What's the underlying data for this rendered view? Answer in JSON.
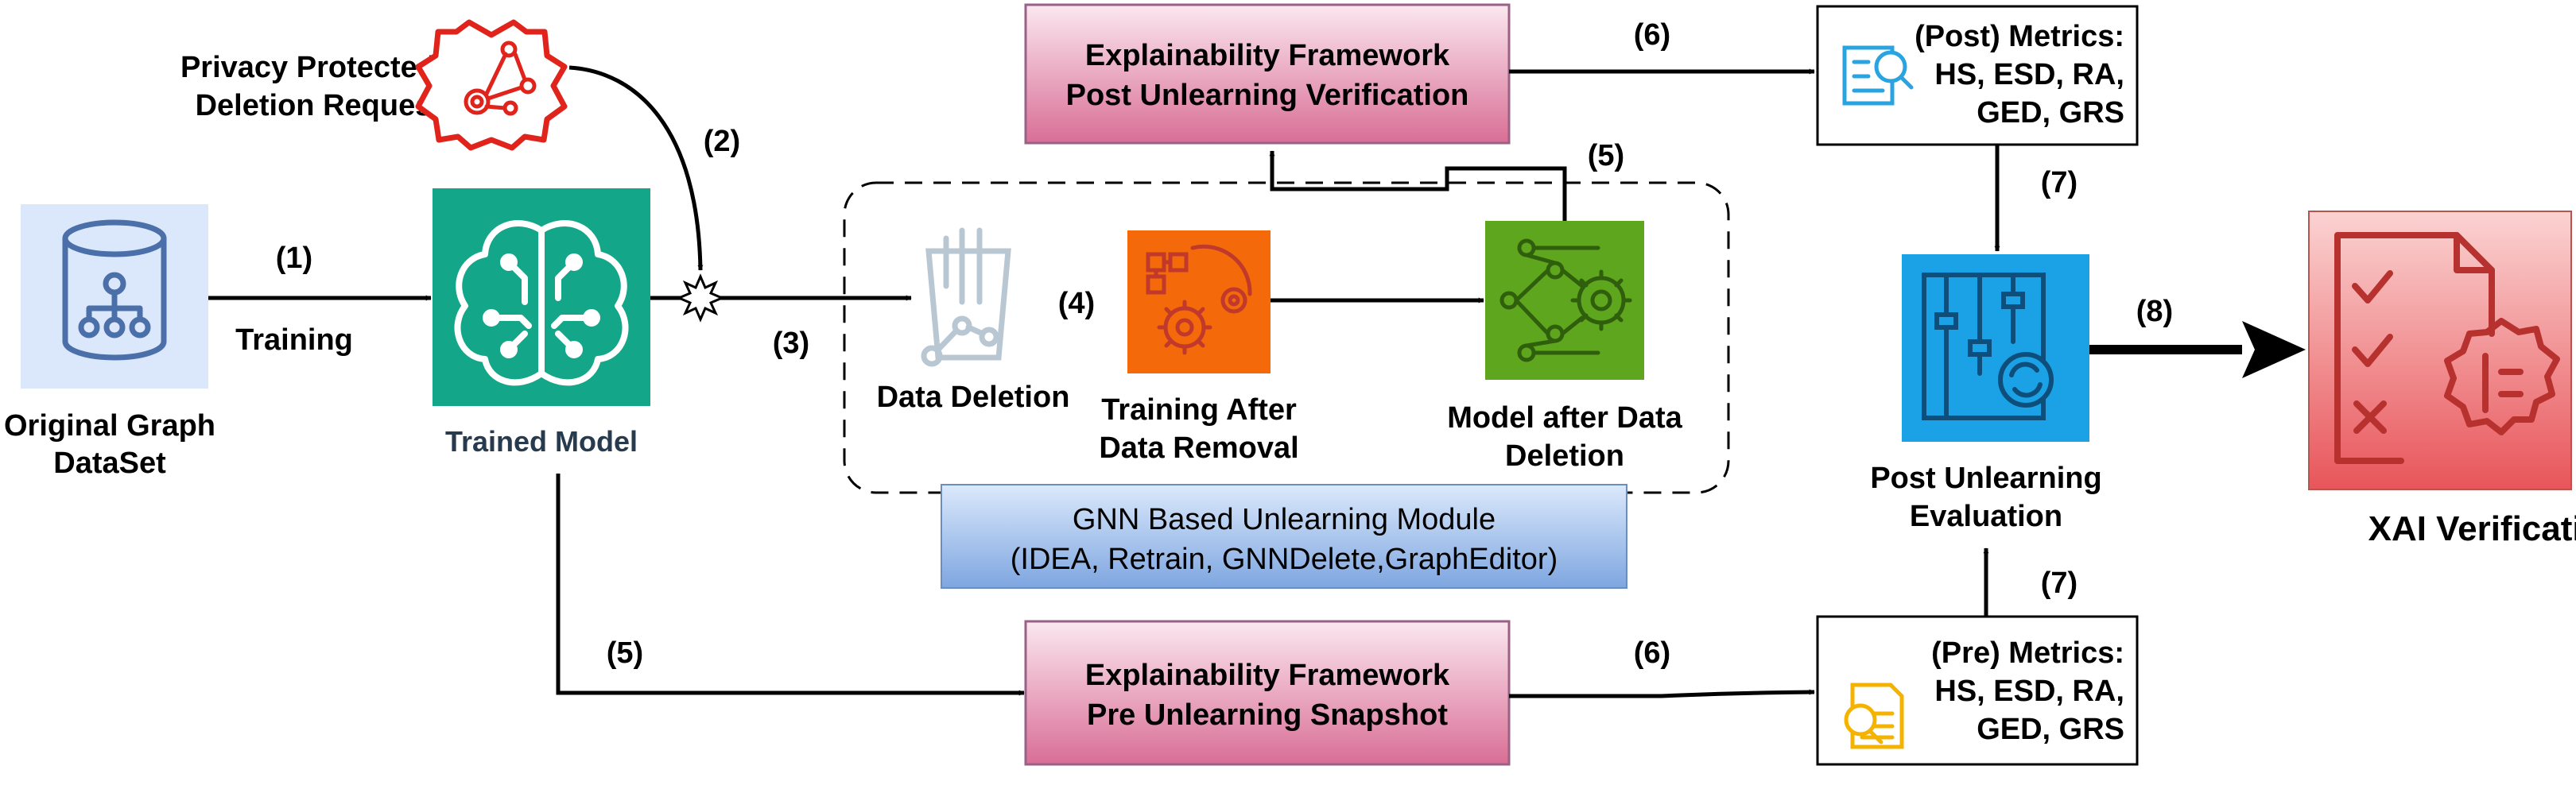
{
  "dataset": {
    "line1": "Original Graph",
    "line2": "DataSet"
  },
  "privacy": {
    "line1": "Privacy Protected",
    "line2": "Deletion Request"
  },
  "trained_model": {
    "label": "Trained Model"
  },
  "training_label": "Training",
  "steps": {
    "s1": "(1)",
    "s2": "(2)",
    "s3": "(3)",
    "s4": "(4)",
    "s5_top": "(5)",
    "s5_bottom": "(5)",
    "s6_top": "(6)",
    "s6_bottom": "(6)",
    "s7_top": "(7)",
    "s7_bottom": "(7)",
    "s8": "(8)"
  },
  "unlearning": {
    "data_deletion": "Data Deletion",
    "training_after": {
      "line1": "Training After",
      "line2": "Data Removal"
    },
    "model_after": {
      "line1": "Model after Data",
      "line2": "Deletion"
    },
    "module": {
      "line1": "GNN Based Unlearning Module",
      "line2": "(IDEA, Retrain, GNNDelete,GraphEditor)"
    }
  },
  "framework_post": {
    "line1": "Explainability Framework",
    "line2": "Post Unlearning Verification"
  },
  "framework_pre": {
    "line1": "Explainability Framework",
    "line2": "Pre Unlearning Snapshot"
  },
  "metrics_post": {
    "line1": "(Post) Metrics:",
    "line2": "HS, ESD, RA,",
    "line3": "GED, GRS"
  },
  "metrics_pre": {
    "line1": "(Pre) Metrics:",
    "line2": "HS, ESD, RA,",
    "line3": "GED, GRS"
  },
  "evaluation": {
    "line1": "Post Unlearning",
    "line2": "Evaluation"
  },
  "xai": {
    "label": "XAI Verification"
  },
  "colors": {
    "dataset_bg": "#dbe8fb",
    "dataset_icon": "#4b6fa8",
    "trained_model_bg": "#13a689",
    "training_after_bg": "#f46a0a",
    "model_after_bg": "#5ea61e",
    "eval_bg": "#1aa1e6",
    "framework_top": "#fbe7ef",
    "framework_bottom": "#d96e95",
    "module_top": "#dbe9fb",
    "module_bottom": "#7ea6e0",
    "xai_top": "#fbd3d2",
    "xai_bottom": "#e8555a",
    "privacy_red": "#e0241b",
    "pre_metrics_icon": "#f5b301",
    "post_metrics_icon": "#29a4e0"
  },
  "icons": [
    "database-graph-icon",
    "brain-circuit-icon",
    "shield-network-icon",
    "data-deletion-icon",
    "gear-process-icon",
    "network-gear-icon",
    "sliders-sync-icon",
    "checklist-gear-icon",
    "search-document-icon"
  ]
}
